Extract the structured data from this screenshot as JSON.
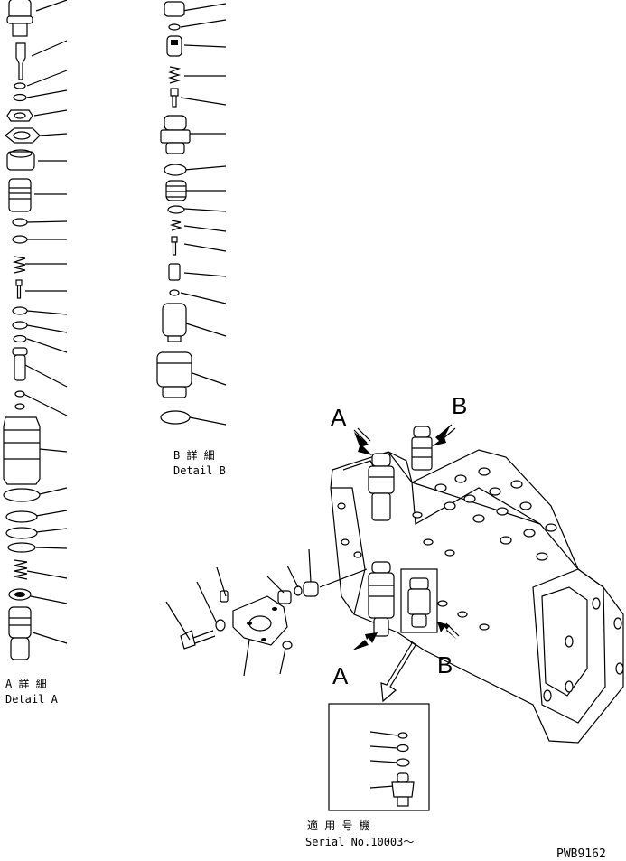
{
  "detail_a": {
    "jp": "A 詳 細",
    "en": "Detail A"
  },
  "detail_b": {
    "jp": "B 詳 細",
    "en": "Detail B"
  },
  "view_labels": {
    "a_top": "A",
    "b_top": "B",
    "a_bottom": "A",
    "b_bottom": "B"
  },
  "serial": {
    "jp": "適 用 号 機",
    "en": "Serial No.10003〜"
  },
  "drawing_code": "PWB9162"
}
